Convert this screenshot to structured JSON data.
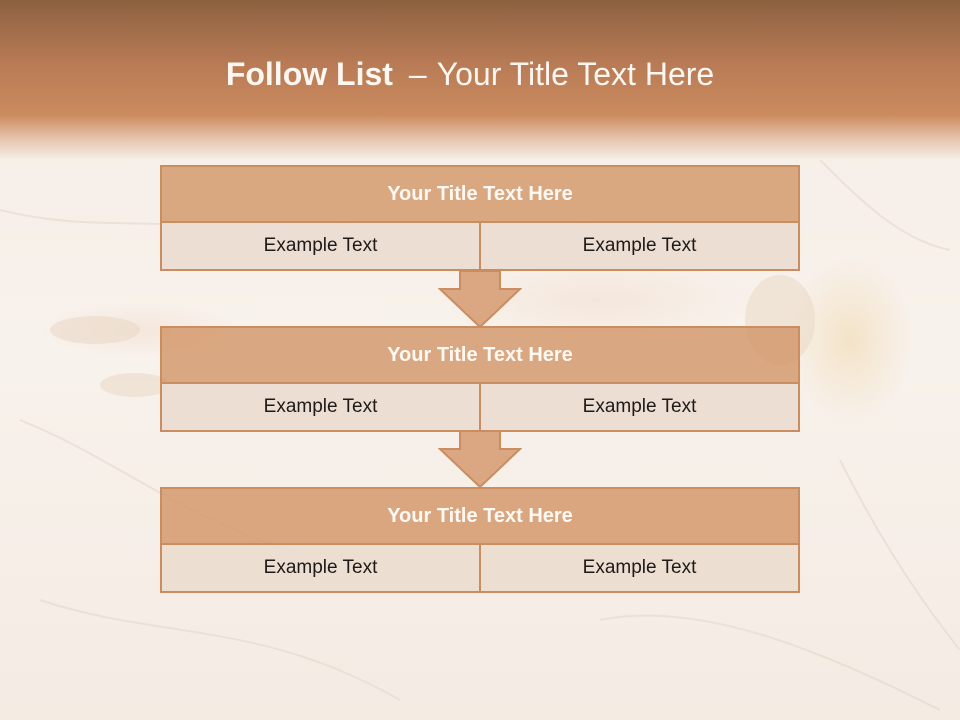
{
  "slide": {
    "title_bold": "Follow List",
    "title_dash": "–",
    "title_rest": "Your Title Text Here"
  },
  "blocks": [
    {
      "title": "Your Title Text Here",
      "left": "Example Text",
      "right": "Example Text"
    },
    {
      "title": "Your Title Text Here",
      "left": "Example Text",
      "right": "Example Text"
    },
    {
      "title": "Your Title Text Here",
      "left": "Example Text",
      "right": "Example Text"
    }
  ],
  "colors": {
    "header_top": "#8c6140",
    "header_bottom": "#cc8b5e",
    "block_header_fill": "#d2966a",
    "block_cell_fill": "#ecdcd0",
    "border": "#c98d60",
    "arrow_fill": "#dba682"
  },
  "icons": [
    "down-arrow-icon",
    "down-arrow-icon"
  ]
}
